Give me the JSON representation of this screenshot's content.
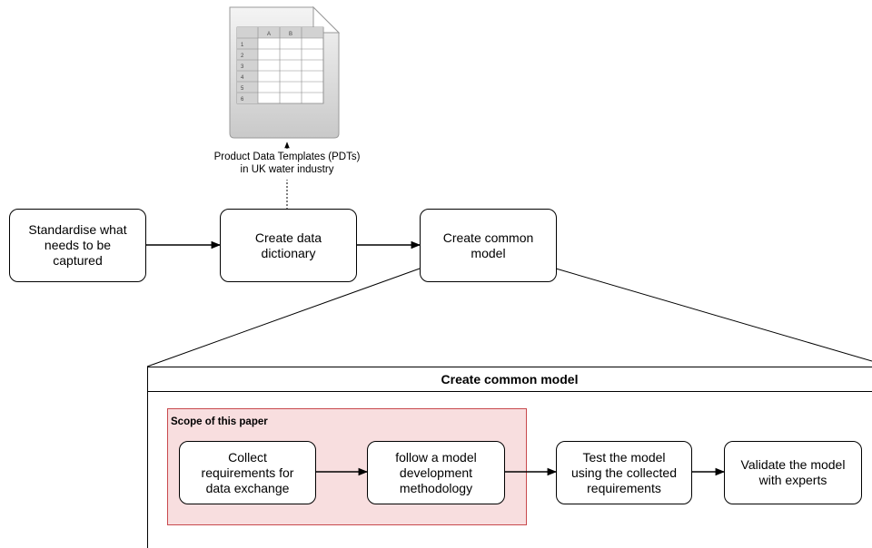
{
  "pdt_annotation": "Product Data Templates (PDTs)\nin UK water industry",
  "spreadsheet_icon": {
    "columns": [
      "A",
      "B"
    ],
    "rows": [
      "1",
      "2",
      "3",
      "4",
      "5",
      "6"
    ]
  },
  "top_nodes": [
    {
      "id": "standardise",
      "label": "Standardise what\nneeds to be\ncaptured"
    },
    {
      "id": "data-dictionary",
      "label": "Create data\ndictionary"
    },
    {
      "id": "common-model",
      "label": "Create common\nmodel"
    }
  ],
  "detail_panel": {
    "title": "Create common model",
    "scope_label": "Scope of this paper",
    "steps": [
      {
        "id": "collect",
        "label": "Collect\nrequirements for\ndata exchange"
      },
      {
        "id": "methodology",
        "label": "follow a model\ndevelopment\nmethodology"
      },
      {
        "id": "test",
        "label": "Test the model\nusing the collected\nrequirements"
      },
      {
        "id": "validate",
        "label": "Validate the model\nwith experts"
      }
    ]
  },
  "colors": {
    "scope_fill": "#f8dedf",
    "scope_border": "#c8494d",
    "stroke": "#000000"
  }
}
